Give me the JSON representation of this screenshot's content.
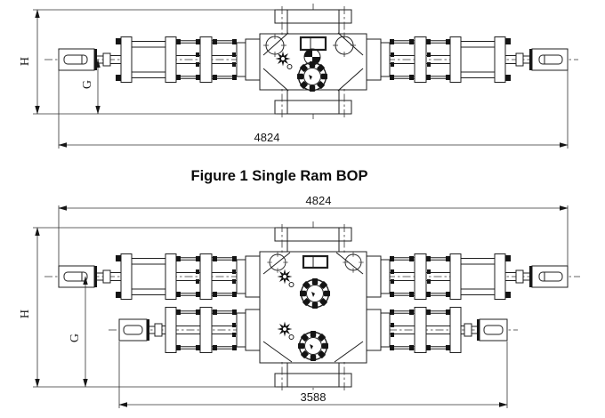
{
  "figure": {
    "caption": "Figure 1 Single Ram BOP"
  },
  "diagram_top": {
    "name": "single-ram-bop-side-view",
    "dimensions": {
      "height_label": "H",
      "g_label": "G",
      "overall_length": "4824"
    }
  },
  "diagram_bottom": {
    "name": "double-ram-bop-side-view",
    "dimensions": {
      "height_label": "H",
      "g_label": "G",
      "overall_length": "4824",
      "lower_length": "3588"
    }
  },
  "colors": {
    "line": "#1f1f1f",
    "background": "#ffffff",
    "text": "#161616"
  }
}
